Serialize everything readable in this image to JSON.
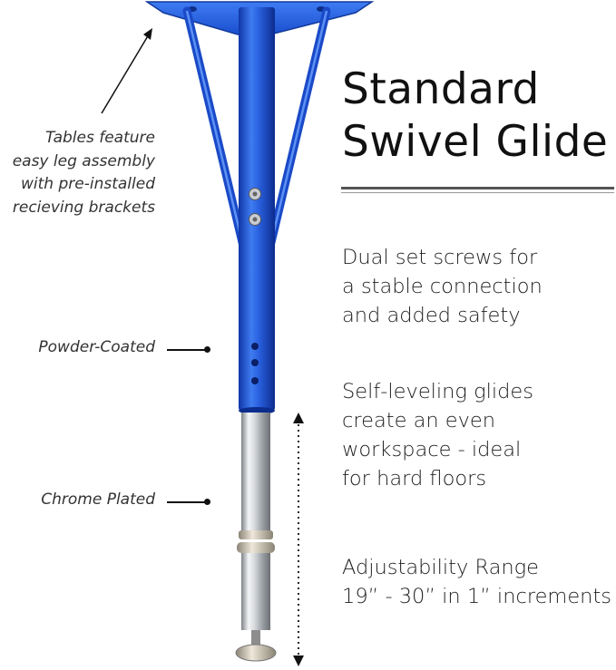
{
  "product": {
    "title_line1": "Standard",
    "title_line2": "Swivel Glide"
  },
  "features": [
    {
      "lines": [
        "Dual set screws for",
        "a stable connection",
        "and added safety"
      ]
    },
    {
      "lines": [
        "Self-leveling glides",
        "create an even",
        "workspace - ideal",
        "for hard floors"
      ]
    },
    {
      "lines": [
        "Adjustability Range",
        "19” - 30” in 1” increments"
      ]
    }
  ],
  "annotations": {
    "assembly_note": [
      "Tables feature",
      "easy leg assembly",
      "with pre-installed",
      "recieving brackets"
    ],
    "powder_coated": "Powder-Coated",
    "chrome_plated": "Chrome Plated"
  },
  "colors": {
    "leg_blue": "#1f54d6",
    "leg_blue_light": "#4f86f0",
    "chrome": "#cfd2d6"
  },
  "icons": {
    "adjust_range": "double-arrow-vertical-dotted",
    "callout_marker": "dot-leader"
  }
}
